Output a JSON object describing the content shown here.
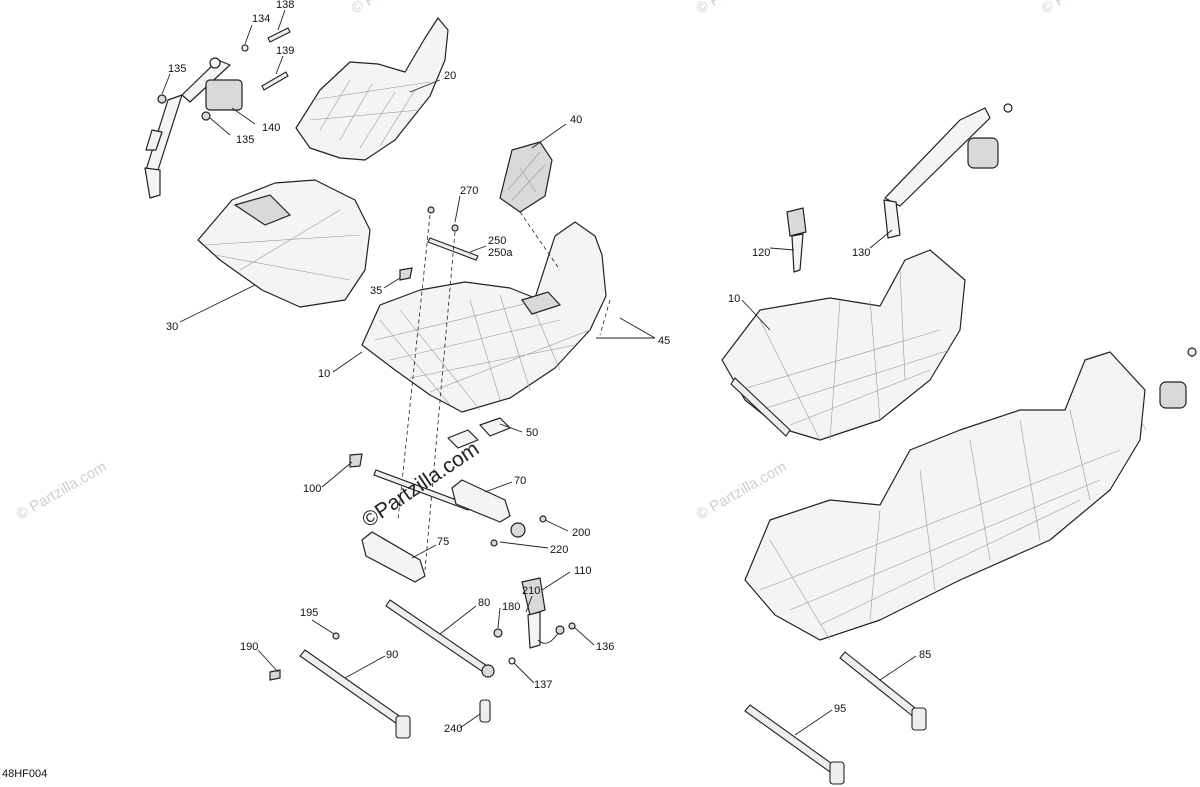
{
  "figure_id": "48HF004",
  "watermark": {
    "main": "©Partzilla.com",
    "faint": "© Partzilla.com"
  },
  "callouts": {
    "c134": "134",
    "c138": "138",
    "c139": "139",
    "c135a": "135",
    "c135b": "135",
    "c140": "140",
    "c20": "20",
    "c40": "40",
    "c270": "270",
    "c250": "250",
    "c250a": "250a",
    "c35": "35",
    "c30": "30",
    "c10a": "10",
    "c45": "45",
    "c50": "50",
    "c100": "100",
    "c70": "70",
    "c200": "200",
    "c220": "220",
    "c75": "75",
    "c110": "110",
    "c210": "210",
    "c180": "180",
    "c80": "80",
    "c195": "195",
    "c190": "190",
    "c90": "90",
    "c136": "136",
    "c137": "137",
    "c240": "240",
    "c120": "120",
    "c130": "130",
    "c10b": "10",
    "c85": "85",
    "c95": "95"
  }
}
